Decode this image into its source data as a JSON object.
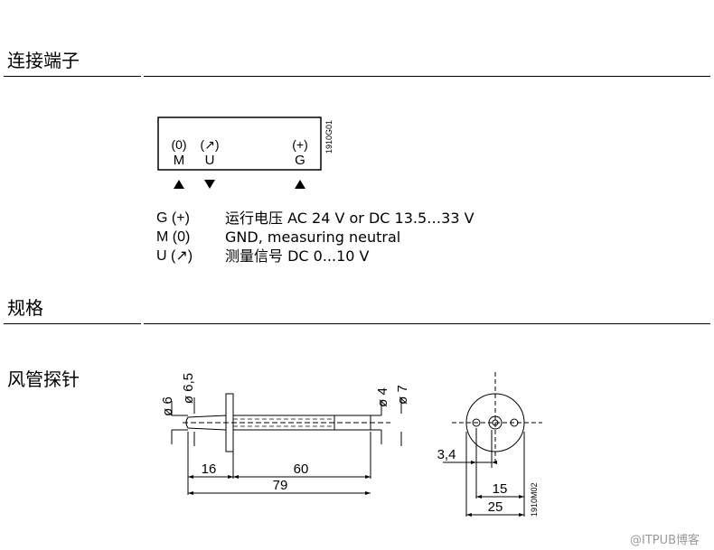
{
  "sections": {
    "connection": {
      "title": "连接端子"
    },
    "spec": {
      "title": "规格"
    },
    "probe": {
      "title": "风管探针"
    }
  },
  "terminal_diagram": {
    "code": "1910G01",
    "terminals": [
      {
        "sign": "(0)",
        "letter": "M"
      },
      {
        "sign": "(↗)",
        "letter": "U"
      },
      {
        "sign": "(+)",
        "letter": "G"
      }
    ]
  },
  "terminal_table": [
    {
      "term": "G (+)",
      "desc": "运行电压 AC 24 V or DC 13.5…33 V"
    },
    {
      "term": "M (0)",
      "desc": "GND, measuring neutral"
    },
    {
      "term": "U (↗)",
      "desc": "测量信号 DC 0...10 V"
    }
  ],
  "probe_drawing": {
    "code": "1910M02",
    "dims": {
      "d6": "ø 6",
      "d65": "ø 6,5",
      "d4": "ø 4",
      "d7": "ø 7",
      "l16": "16",
      "l60": "60",
      "l79": "79",
      "r34": "3,4",
      "r15": "15",
      "r25": "25"
    }
  },
  "watermark": "@ITPUB博客"
}
